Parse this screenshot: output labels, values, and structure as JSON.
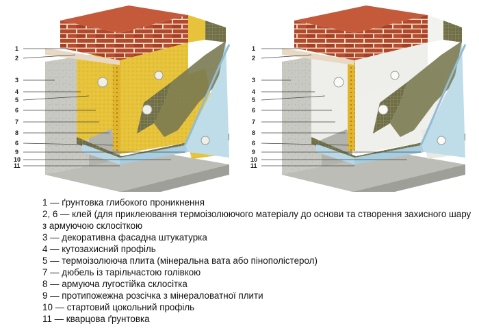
{
  "diagram": {
    "left_variant": {
      "callouts": [
        "1",
        "2",
        "3",
        "4",
        "5",
        "6",
        "7",
        "8",
        "6",
        "9",
        "10",
        "11"
      ]
    },
    "right_variant": {
      "callouts": [
        "1",
        "2",
        "3",
        "4",
        "5",
        "6",
        "7",
        "8",
        "6",
        "9",
        "10",
        "11"
      ]
    },
    "colors": {
      "brick": "#b5482b",
      "mortar": "#e8d9c4",
      "concrete": "#c9c9c4",
      "mineral_wool": "#e6c33a",
      "polystyrene": "#eeeeea",
      "glue_mesh": "#7a7a52",
      "plaster": "#b8d8e8",
      "leader_line": "#444444"
    }
  },
  "legend": [
    "1 — ґрунтовка глибокого проникнення",
    "2, 6 — клей (для приклеювання термоізолюючого матеріалу до основи та створення захисного шару з армуючою склосіткою",
    "3 — декоративна фасадна штукатурка",
    "4 — кутозахисний профіль",
    "5 — термоізолююча плита (мінеральна вата або пінополістерол)",
    "7 — дюбель із тарільчастою голівкою",
    "8 — армуюча лугостійка склосітка",
    "9 — протипожежна розсічка з мінераловатної плити",
    "10 — стартовий цокольний профіль",
    "11 — кварцова ґрунтовка"
  ]
}
